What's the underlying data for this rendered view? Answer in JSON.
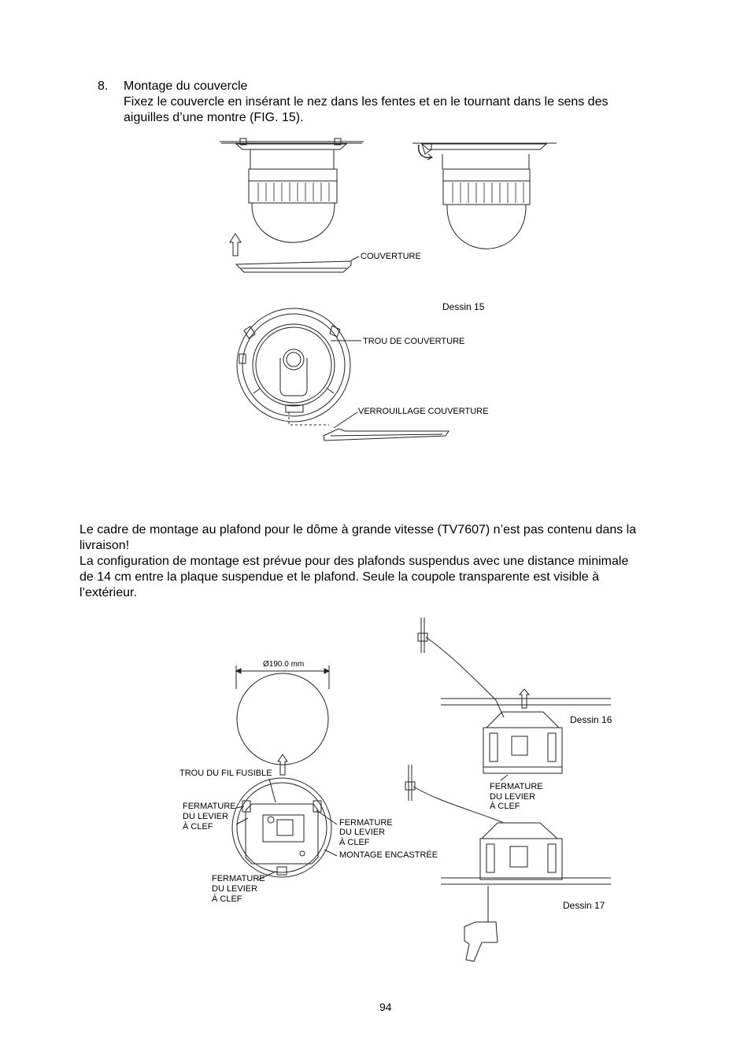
{
  "section8": {
    "number": "8.",
    "title": "Montage du couvercle",
    "line1": "Fixez le couvercle en insérant le nez dans les fentes et en le tournant dans le sens des",
    "line2": "aiguilles d’une montre (FIG. 15)."
  },
  "figure15": {
    "label_cover": "COUVERTURE",
    "caption": "Dessin 15",
    "label_cover_hole": "TROU DE COUVERTURE",
    "label_cover_lock": "VERROUILLAGE COUVERTURE"
  },
  "paragraph": {
    "line1": "Le cadre de montage au plafond pour le dôme à grande vitesse (TV7607) n’est pas contenu dans la",
    "line2": "livraison!",
    "line3": "La configuration de montage est prévue pour des plafonds suspendus avec une distance minimale",
    "line4": "de 14 cm entre la plaque suspendue et le plafond. Seule la coupole transparente est visible à",
    "line5": "l’extérieur."
  },
  "figure16_17": {
    "dimension": "Ø190.0 mm",
    "label_fuse_hole": "TROU DU FIL FUSIBLE",
    "lever_left": [
      "FERMATURE",
      "DU LEVIER",
      "À CLEF"
    ],
    "lever_center": [
      "FERMATURE",
      "DU LEVIER",
      "À CLEF"
    ],
    "lever_bottom": [
      "FERMATURE",
      "DU LEVIER",
      "À CLEF"
    ],
    "lever_right": [
      "FERMATURE",
      "DU LEVIER",
      "À CLEF"
    ],
    "label_recessed": "MONTAGE ENCASTRÉE",
    "caption16": "Dessin 16",
    "caption17": "Dessin 17"
  },
  "footer": {
    "page_number": "94"
  }
}
